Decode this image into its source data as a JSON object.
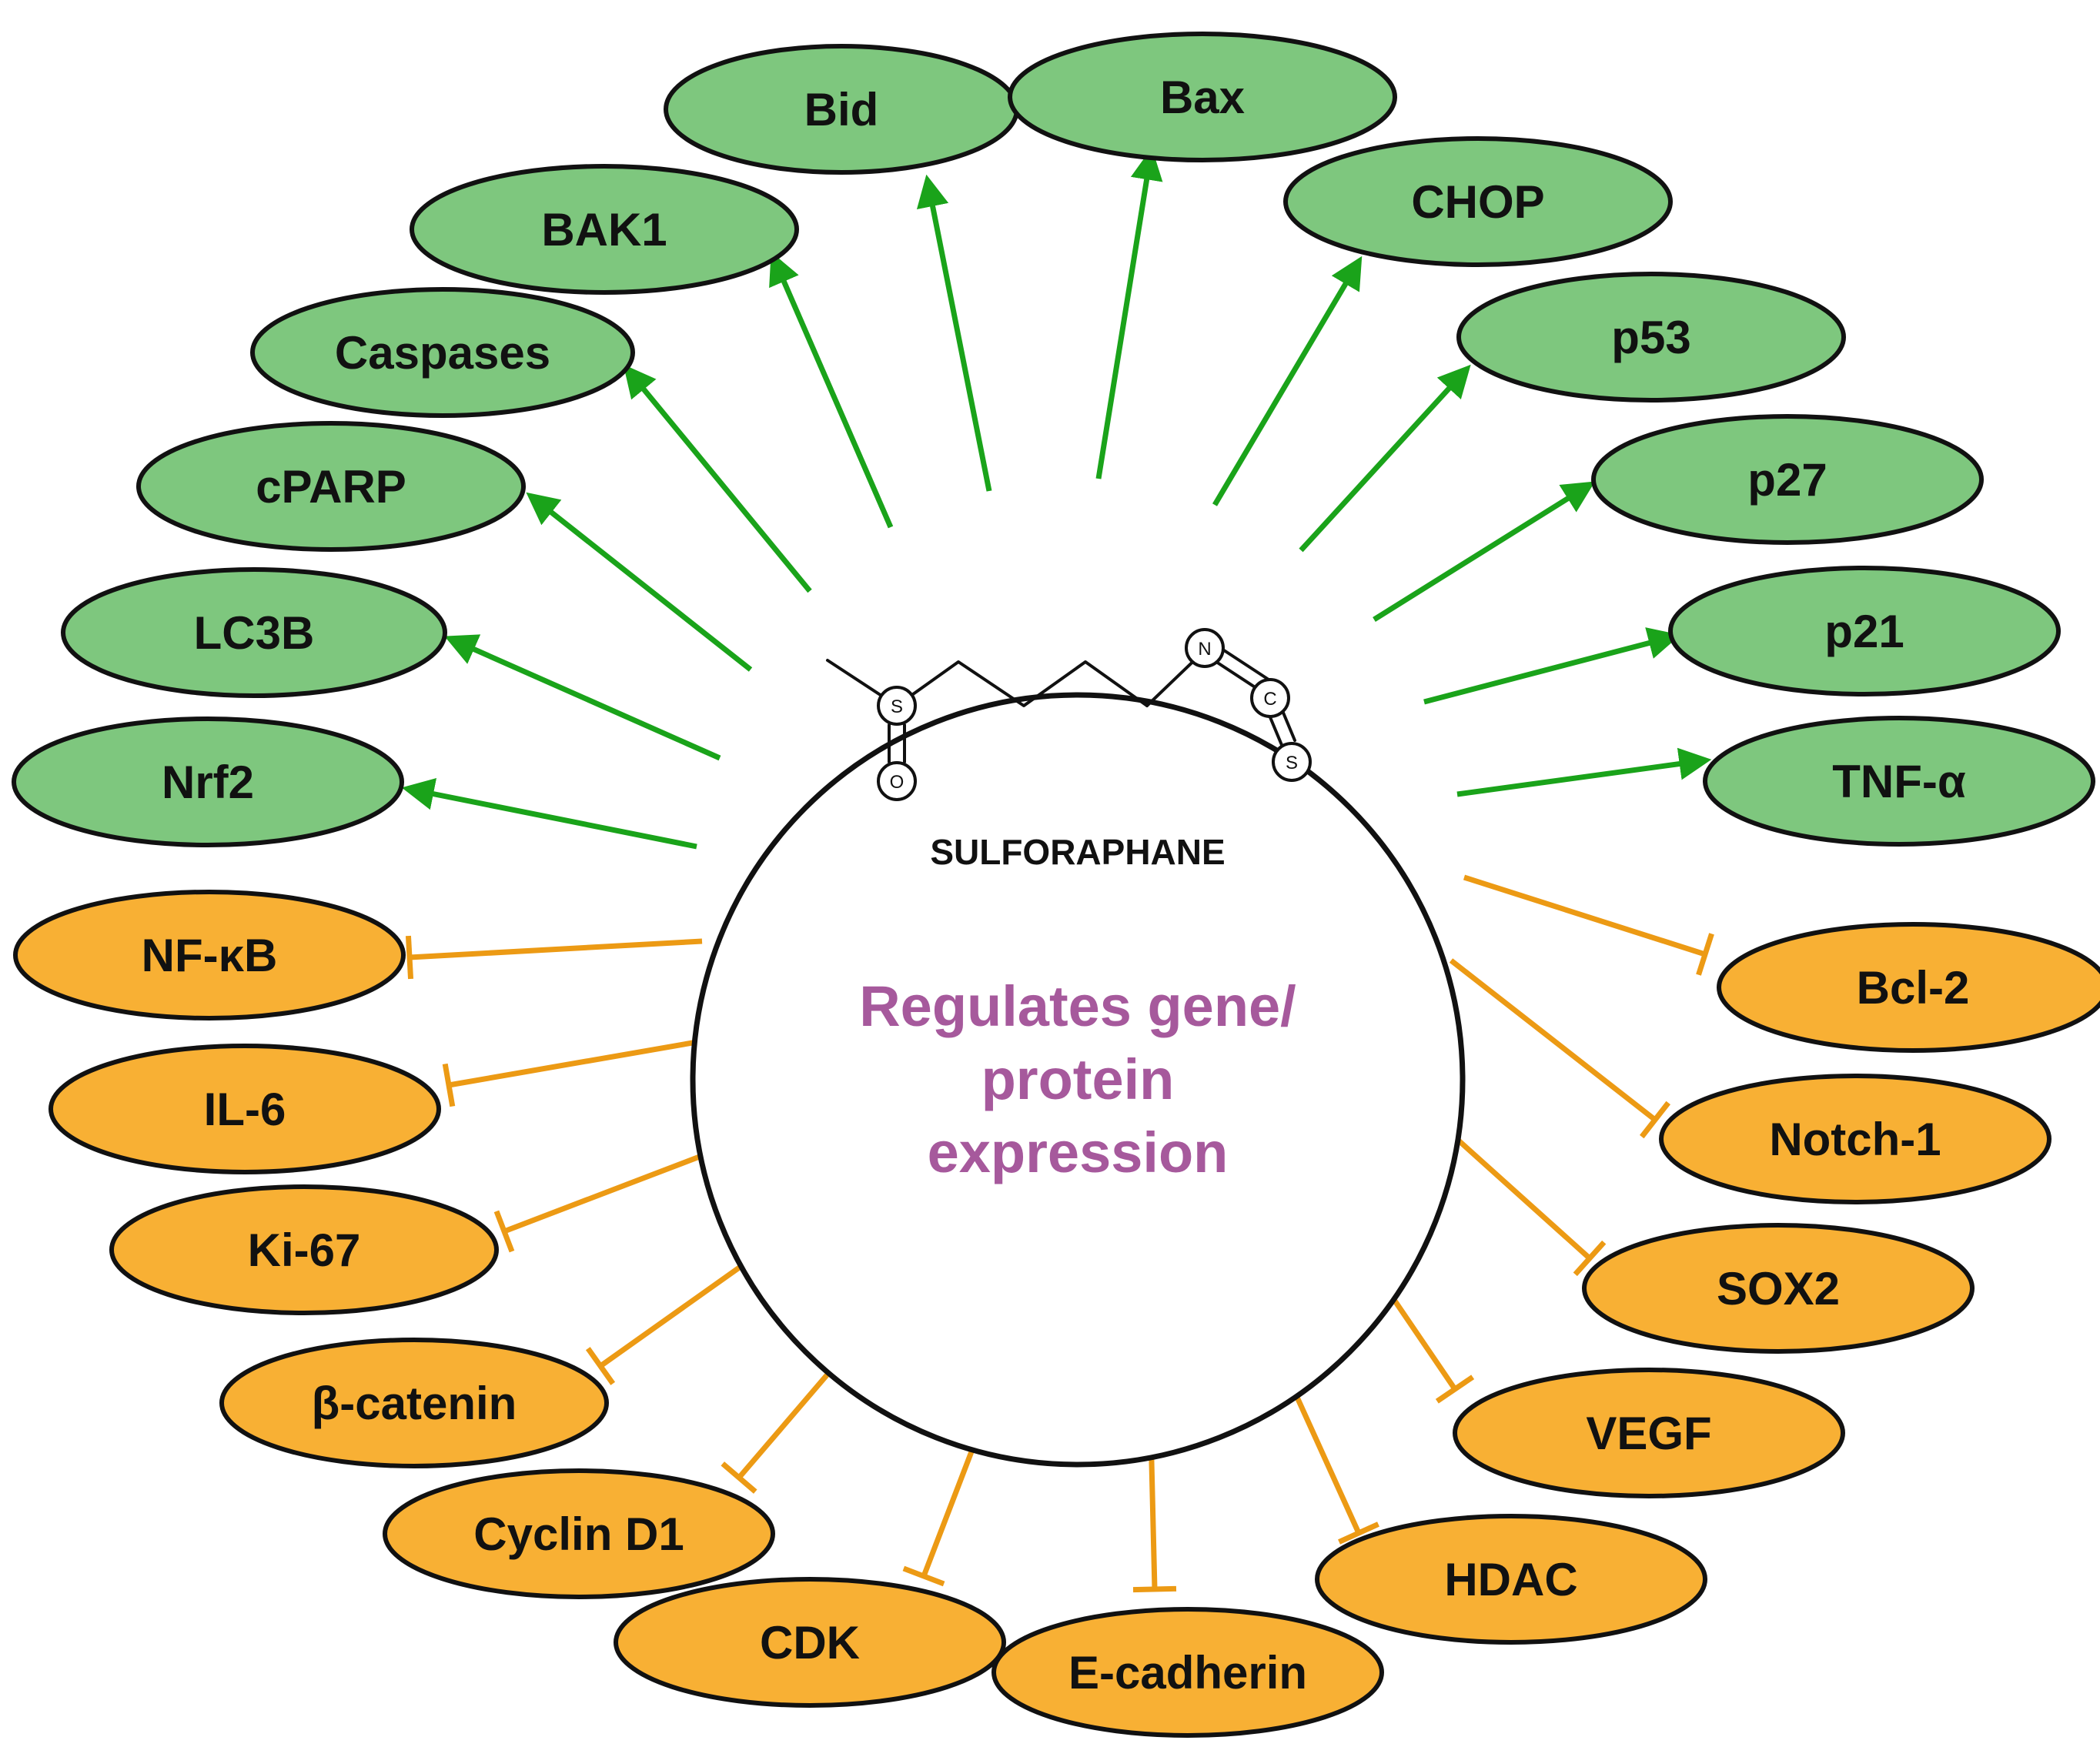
{
  "colors": {
    "upregulated_fill": "#7ec77e",
    "downregulated_fill": "#f8b034",
    "activation_arrow": "#1aa31a",
    "inhibition_line": "#ec9a14",
    "caption_text": "#a6599c",
    "outline": "#111111"
  },
  "center": {
    "compound_name": "SULFORAPHANE",
    "caption_lines": [
      "Regulates gene/",
      "protein",
      "expression"
    ],
    "structure_atoms": [
      "S",
      "O",
      "N",
      "C",
      "S"
    ]
  },
  "upregulated": [
    {
      "id": "nrf2",
      "label": "Nrf2"
    },
    {
      "id": "lc3b",
      "label": "LC3B"
    },
    {
      "id": "cparp",
      "label": "cPARP"
    },
    {
      "id": "caspases",
      "label": "Caspases"
    },
    {
      "id": "bak1",
      "label": "BAK1"
    },
    {
      "id": "bid",
      "label": "Bid"
    },
    {
      "id": "bax",
      "label": "Bax"
    },
    {
      "id": "chop",
      "label": "CHOP"
    },
    {
      "id": "p53",
      "label": "p53"
    },
    {
      "id": "p27",
      "label": "p27"
    },
    {
      "id": "p21",
      "label": "p21"
    },
    {
      "id": "tnf-alpha",
      "label": "TNF-α"
    }
  ],
  "downregulated": [
    {
      "id": "nf-kb",
      "label": "NF-κB"
    },
    {
      "id": "il-6",
      "label": "IL-6"
    },
    {
      "id": "ki-67",
      "label": "Ki-67"
    },
    {
      "id": "beta-catenin",
      "label": "β-catenin"
    },
    {
      "id": "cyclin-d1",
      "label": "Cyclin D1"
    },
    {
      "id": "cdk",
      "label": "CDK"
    },
    {
      "id": "e-cadherin",
      "label": "E-cadherin"
    },
    {
      "id": "hdac",
      "label": "HDAC"
    },
    {
      "id": "vegf",
      "label": "VEGF"
    },
    {
      "id": "sox2",
      "label": "SOX2"
    },
    {
      "id": "notch-1",
      "label": "Notch-1"
    },
    {
      "id": "bcl-2",
      "label": "Bcl-2"
    }
  ]
}
